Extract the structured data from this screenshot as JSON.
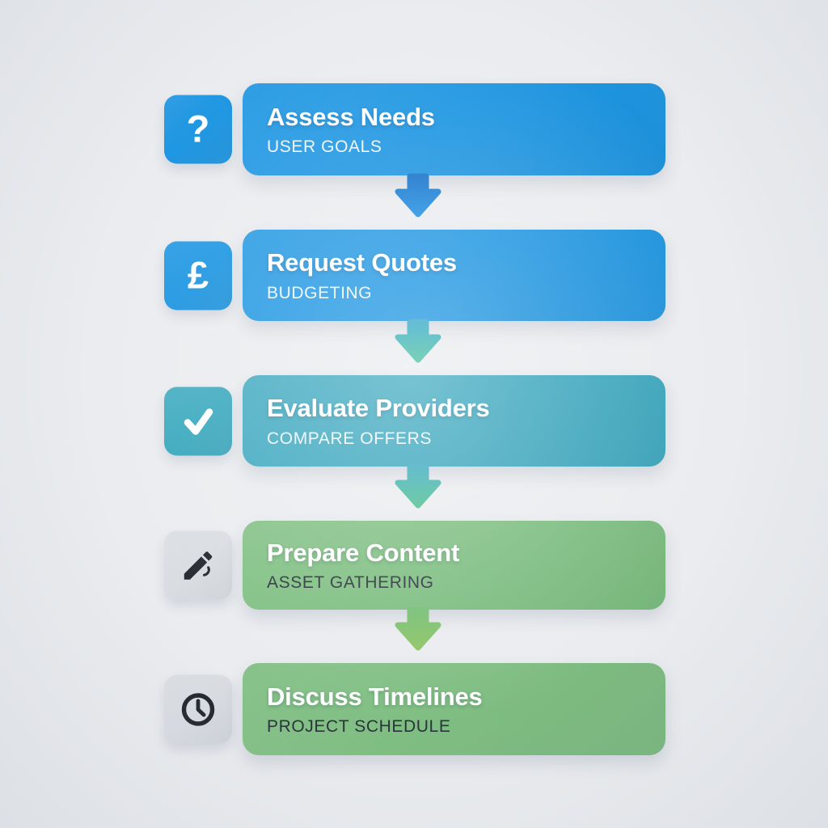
{
  "diagram": {
    "type": "vertical-process-flow",
    "step_count": 5
  },
  "palette": {
    "background": "#eaecef",
    "blue": "#1e96e2",
    "teal": "#3aa7be",
    "green": "#7dbe80",
    "icon_gray": "#d9dde2",
    "glyph_dark": "#23282e",
    "white": "#ffffff",
    "subtitle_light": "#eef6fc",
    "subtitle_dark": "#2c333d"
  },
  "steps": [
    {
      "title": "Assess Needs",
      "subtitle": "USER GOALS",
      "icon": "question-mark-icon",
      "glyph": "?",
      "block_color": "#1e96e2",
      "icon_bg": "#1e96e2",
      "icon_color": "#ffffff",
      "subtitle_color": "#eef6fc"
    },
    {
      "title": "Request Quotes",
      "subtitle": "BUDGETING",
      "icon": "pound-sign-icon",
      "glyph": "£",
      "block_color": "#1e96e2",
      "icon_bg": "#1e96e2",
      "icon_color": "#ffffff",
      "subtitle_color": "#eef6fc"
    },
    {
      "title": "Evaluate Providers",
      "subtitle": "COMPARE OFFERS",
      "icon": "checkmark-icon",
      "glyph": "",
      "block_color": "#3aa7be",
      "icon_bg": "#3aa9be",
      "icon_color": "#ffffff",
      "subtitle_color": "#eef6fc"
    },
    {
      "title": "Prepare Content",
      "subtitle": "ASSET GATHERING",
      "icon": "pen-icon",
      "glyph": "",
      "block_color": "#7dbe80",
      "icon_bg": "#d9dde2",
      "icon_color": "#23282e",
      "subtitle_color": "#2c333d"
    },
    {
      "title": "Discuss Timelines",
      "subtitle": "PROJECT SCHEDULE",
      "icon": "clock-icon",
      "glyph": "",
      "block_color": "#7fbe82",
      "icon_bg": "#d9dde2",
      "icon_color": "#23282e",
      "subtitle_color": "#2c333d"
    }
  ],
  "arrows": [
    {
      "from": "#1571cb",
      "to": "#1e8ee0"
    },
    {
      "from": "#2ea6c6",
      "to": "#40bd9c"
    },
    {
      "from": "#3aabbe",
      "to": "#4dbe90"
    },
    {
      "from": "#73bd73",
      "to": "#8cc463"
    }
  ]
}
